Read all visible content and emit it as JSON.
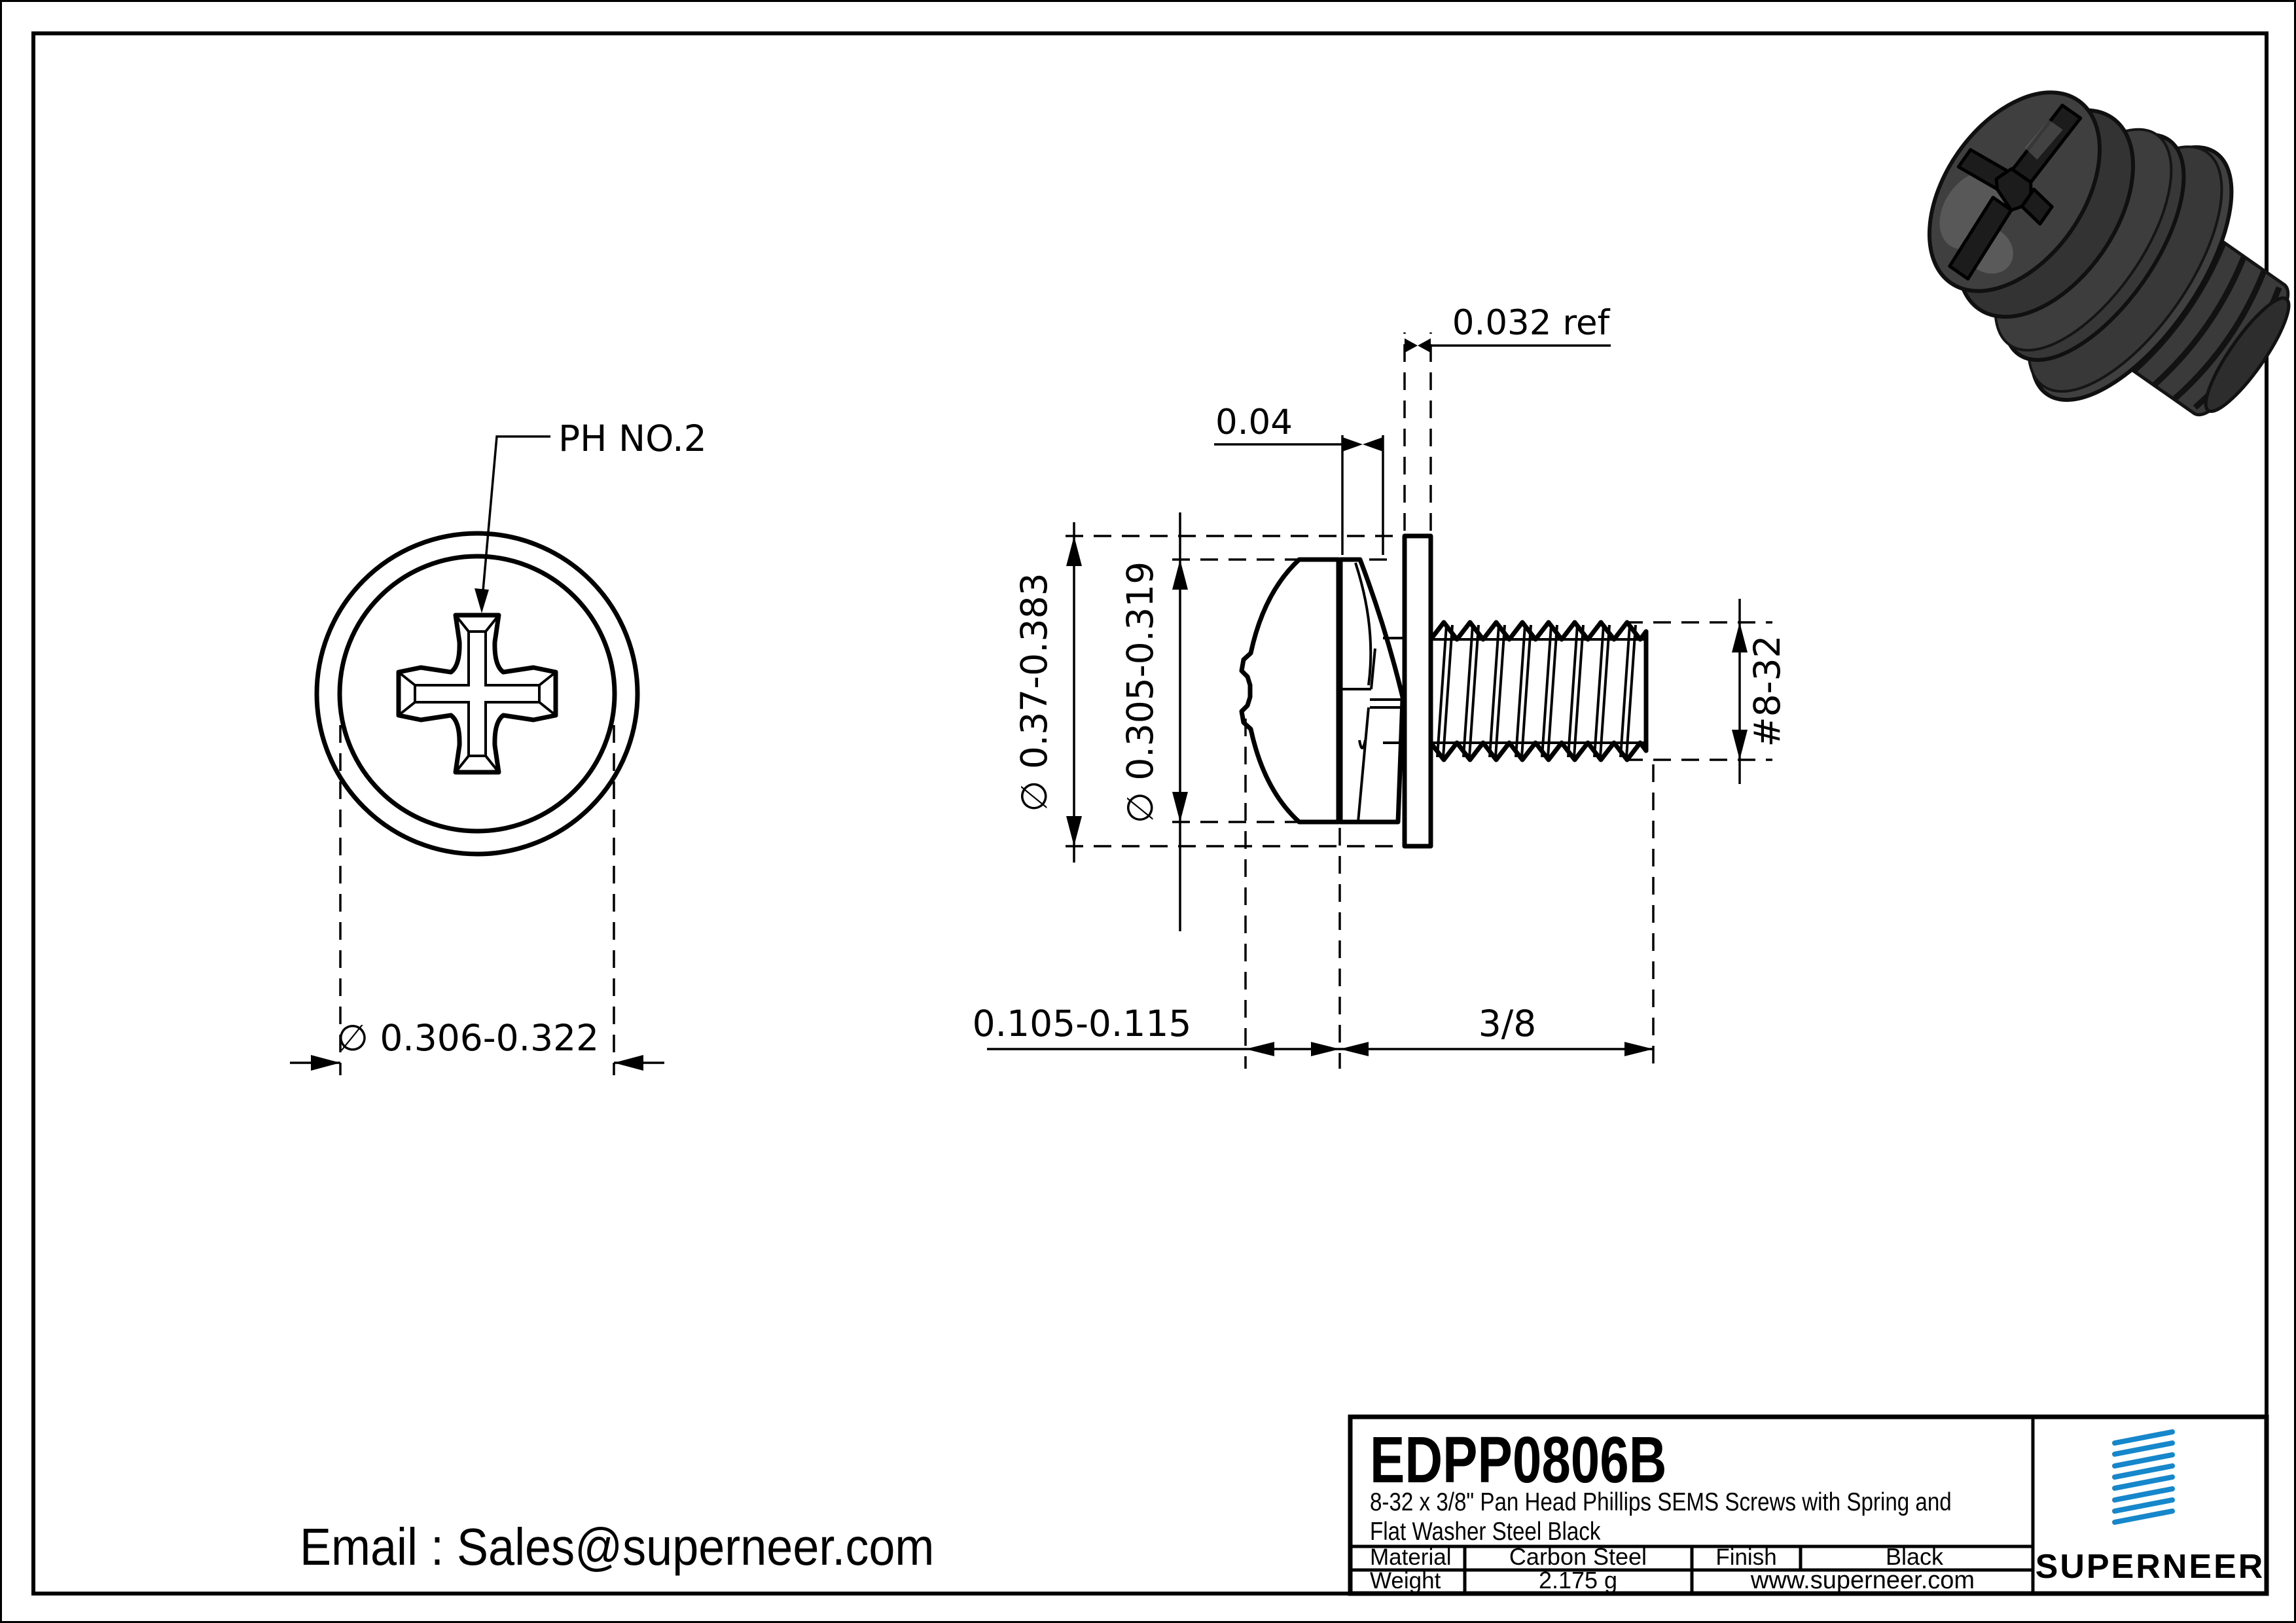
{
  "drawing": {
    "front_view": {
      "ph_label": "PH NO.2",
      "diameter": "∅ 0.306-0.322"
    },
    "side_view": {
      "spring_washer_thickness": "0.04",
      "flat_washer_thickness": "0.032 ref",
      "flat_washer_od": "∅ 0.37-0.383",
      "head_od": "∅ 0.305-0.319",
      "thread_spec": "#8-32",
      "head_height": "0.105-0.115",
      "thread_length": "3/8"
    }
  },
  "footer": {
    "email": "Email : Sales@superneer.com"
  },
  "title_block": {
    "part_number": "EDPP0806B",
    "description_line1": "8-32 x 3/8\" Pan Head Phillips SEMS Screws with Spring and",
    "description_line2": "Flat Washer Steel Black",
    "material_label": "Material",
    "material_value": "Carbon Steel",
    "finish_label": "Finish",
    "finish_value": "Black",
    "weight_label": "Weight",
    "weight_value": "2.175 g",
    "website": "www.superneer.com",
    "brand": "SUPERNEER"
  },
  "colors": {
    "brand_blue": "#1687cb",
    "link_blue": "#2b8fd6",
    "line": "#000000"
  }
}
